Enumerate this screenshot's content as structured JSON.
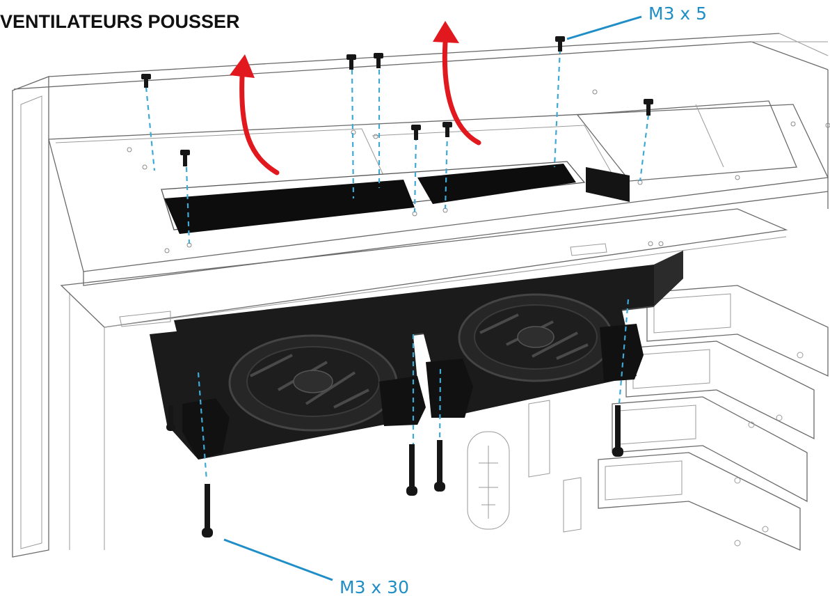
{
  "title": "VENTILATEURS POUSSER",
  "callouts": {
    "top_screw": "M3 x 5",
    "bottom_screw": "M3 x 30"
  },
  "colors": {
    "callout_text": "#1f8ec7",
    "leader_line": "#1f8ec7",
    "guide_line": "#3fa9d6",
    "airflow_arrow": "#e1191f",
    "part_dark": "#1b1b1b",
    "case_outline": "#6a6a6a"
  },
  "icons": {
    "airflow": "up-curved-arrow",
    "screw": "hex-screw"
  }
}
